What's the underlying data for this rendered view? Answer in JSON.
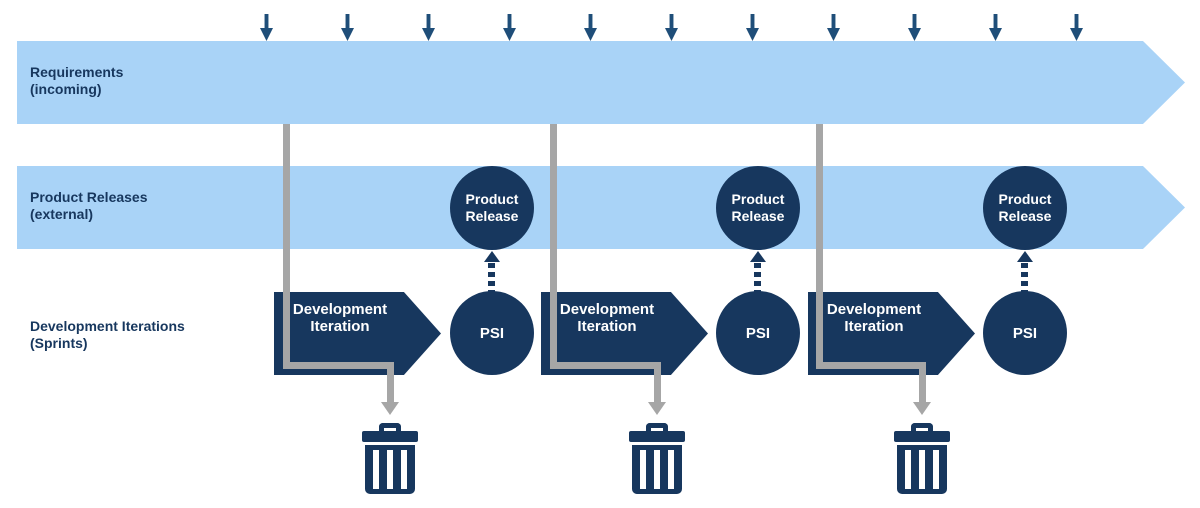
{
  "colors": {
    "band_fill": "#A9D3F7",
    "navy": "#17375E",
    "incoming_arrow": "#1F4E79",
    "connector_gray": "#A6A6A6",
    "label_text": "#17375E",
    "shape_text": "#FFFFFF"
  },
  "lanes": {
    "requirements": {
      "line1": "Requirements",
      "line2": "(incoming)"
    },
    "releases": {
      "line1": "Product Releases",
      "line2": "(external)"
    },
    "sprints": {
      "line1": "Development Iterations",
      "line2": "(Sprints)"
    }
  },
  "incoming_arrow_count": 11,
  "groups": [
    {
      "iteration_line1": "Development",
      "iteration_line2": "Iteration",
      "psi": "PSI",
      "release_line1": "Product",
      "release_line2": "Release"
    },
    {
      "iteration_line1": "Development",
      "iteration_line2": "Iteration",
      "psi": "PSI",
      "release_line1": "Product",
      "release_line2": "Release"
    },
    {
      "iteration_line1": "Development",
      "iteration_line2": "Iteration",
      "psi": "PSI",
      "release_line1": "Product",
      "release_line2": "Release"
    }
  ],
  "icons": {
    "incoming_requirement": "arrow-down",
    "discard_connector": "elbow-arrow-down",
    "psi_to_release": "dashed-arrow-up",
    "discard_target": "trash-can"
  }
}
